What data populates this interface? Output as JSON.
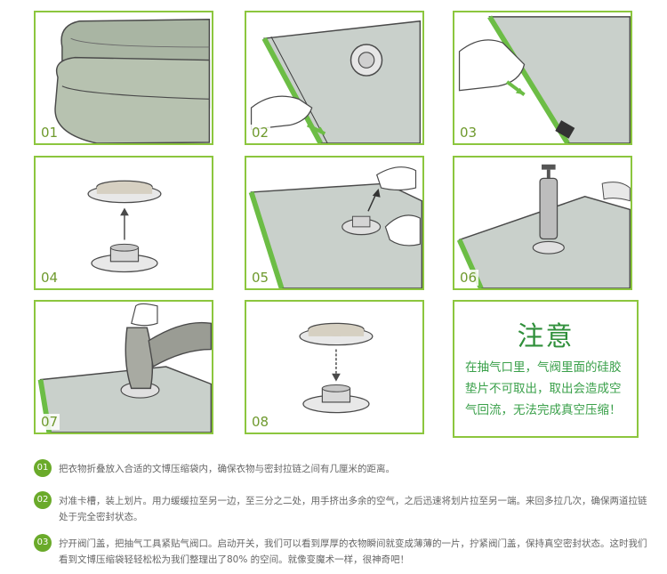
{
  "panels": [
    {
      "number": "01"
    },
    {
      "number": "02"
    },
    {
      "number": "03"
    },
    {
      "number": "04"
    },
    {
      "number": "05"
    },
    {
      "number": "06"
    },
    {
      "number": "07"
    },
    {
      "number": "08"
    }
  ],
  "notice": {
    "title": "注意",
    "body": "在抽气口里，气阀里面的硅胶垫片不可取出，取出会造成空气回流，无法完成真空压缩！"
  },
  "instructions": [
    {
      "badge": "01",
      "text": "把衣物折叠放入合适的文博压缩袋内，确保衣物与密封拉链之间有几厘米的距离。"
    },
    {
      "badge": "02",
      "text": "对准卡槽，装上划片。用力缓缓拉至另一边，至三分之二处，用手挤出多余的空气，之后迅速将划片拉至另一端。来回多拉几次，确保两道拉链处于完全密封状态。"
    },
    {
      "badge": "03",
      "text": "拧开阀门盖，把抽气工具紧贴气阀口。启动开关，我们可以看到厚厚的衣物瞬间就变成薄薄的一片，拧紧阀门盖，保持真空密封状态。这时我们看到文博压缩袋轻轻松松为我们整理出了80% 的空间。就像变魔术一样，很神奇吧！"
    }
  ]
}
